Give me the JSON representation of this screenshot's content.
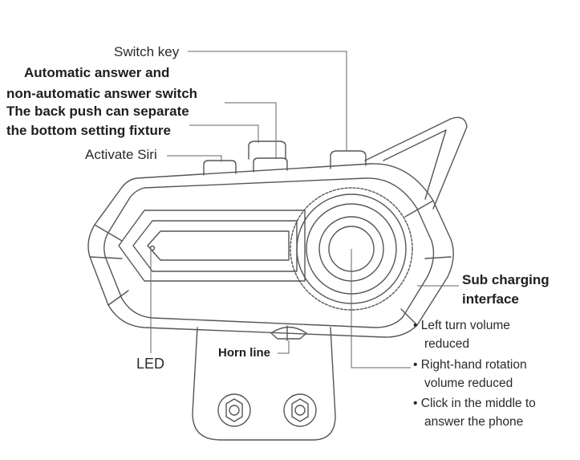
{
  "labels": {
    "switch_key": "Switch key",
    "auto_answer_1": "Automatic answer and",
    "auto_answer_2": "non-automatic answer switch",
    "back_push_1": "The back push can separate",
    "back_push_2": "the bottom setting fixture",
    "activate_siri": "Activate Siri",
    "led": "LED",
    "horn_line": "Horn line",
    "sub_charging_1": "Sub charging",
    "sub_charging_2": "interface"
  },
  "notes": [
    {
      "bullet": "•",
      "line1": "Left turn volume",
      "line2": "reduced"
    },
    {
      "bullet": "•",
      "line1": "Right-hand rotation",
      "line2": "volume reduced"
    },
    {
      "bullet": "•",
      "line1": "Click in the middle to",
      "line2": "answer the phone"
    }
  ],
  "colors": {
    "line": "#555555",
    "ink": "#2a2a2a",
    "background": "#ffffff"
  }
}
